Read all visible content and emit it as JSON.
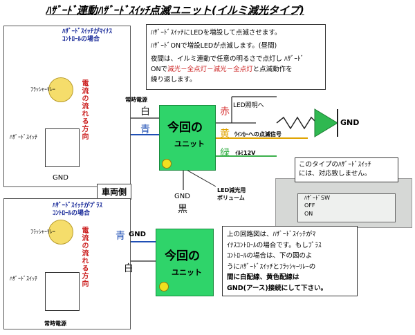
{
  "title": "ﾊｻﾞｰﾄﾞ連動ﾊｻﾞｰﾄﾞｽｲｯﾁ点滅ユニット(イルミ減光タイプ)",
  "top_panel": {
    "heading_line1": "ﾊｻﾞｰﾄﾞｽｲｯﾁがﾏｲﾅｽ",
    "heading_line2": "ｺﾝﾄﾛｰﾙの場合",
    "relay_label": "ﾌﾗｯｼｬｰﾘﾚｰ",
    "current_label": "電流の流れる方向",
    "switch_label": "ﾊｻﾞｰﾄﾞｽｲｯﾁ",
    "gnd_label": "GND"
  },
  "bottom_panel": {
    "tab_label": "車両側",
    "heading_line1": "ﾊｻﾞｰﾄﾞｽｲｯﾁがﾌﾟﾗｽ",
    "heading_line2": "ｺﾝﾄﾛｰﾙの場合",
    "relay_label": "ﾌﾗｯｼｬｰﾘﾚｰ",
    "current_label": "電流の流れる方向",
    "switch_label": "ﾊｻﾞｰﾄﾞｽｲｯﾁ",
    "power_label": "常時電源"
  },
  "unit_top": {
    "title": "今回の",
    "subtitle": "ユニット",
    "wires": {
      "white_label": "白",
      "white_desc": "常時電源",
      "blue_label": "青",
      "red_label": "赤",
      "red_desc": "LED照明へ",
      "yellow_label": "黄",
      "yellow_desc": "ｳｲﾝｶｰへの点滅信号",
      "green_label": "緑",
      "green_desc": "ｲﾙﾐ12V",
      "black_label": "黒",
      "black_gnd": "GND"
    },
    "led_gnd": "GND",
    "knob_label_line1": "LED減光用",
    "knob_label_line2": "ボリューム"
  },
  "unit_bottom": {
    "title": "今回の",
    "subtitle": "ユニット",
    "blue_label": "青",
    "blue_gnd": "GND",
    "white_label": "白"
  },
  "note_top": {
    "line1": "ﾊｻﾞｰﾄﾞｽｲｯﾁにLEDを増設して点滅させます。",
    "line2": "ﾊｻﾞｰﾄﾞONで増設LEDが点滅します。(昼間)",
    "line3": "夜間は、イルミ連動で任意の明るさで点灯し ﾊｻﾞｰﾄﾞ",
    "line4_a": "ONで",
    "line4_red": "減光－全点灯－減光－全点灯",
    "line4_b": "と点滅動作を",
    "line5": "繰り返します。"
  },
  "photo_note": {
    "line1": "このタイプのﾊｻﾞｰﾄﾞｽｲｯﾁ",
    "line2": "には、対応致しません。",
    "panel_label": "ﾊｻﾞｰﾄﾞSW",
    "off": "OFF",
    "on": "ON"
  },
  "note_bottom": {
    "line1": "上の回路図は、ﾊｻﾞｰﾄﾞｽｲｯﾁがﾏ",
    "line2": "ｲﾅｽｺﾝﾄﾛｰﾙの場合です。もしﾌﾟﾗｽ",
    "line3": "ｺﾝﾄﾛｰﾙの場合は、下の図のよ",
    "line4": "うにﾊｻﾞｰﾄﾞｽｲｯﾁとﾌﾗｯｼｬｰﾘﾚｰの",
    "line5": "間に白配線、黄色配線は",
    "line6": "GND(アース)接続にして下さい。"
  },
  "colors": {
    "unit_green": "#2fd46a",
    "relay_yellow": "#f5dd6b",
    "led_green": "#2fb850",
    "wire_blue": "#1f4fb5",
    "wire_red": "#d83a3a",
    "wire_yellow": "#e0a300",
    "current_red": "#cc2020"
  }
}
